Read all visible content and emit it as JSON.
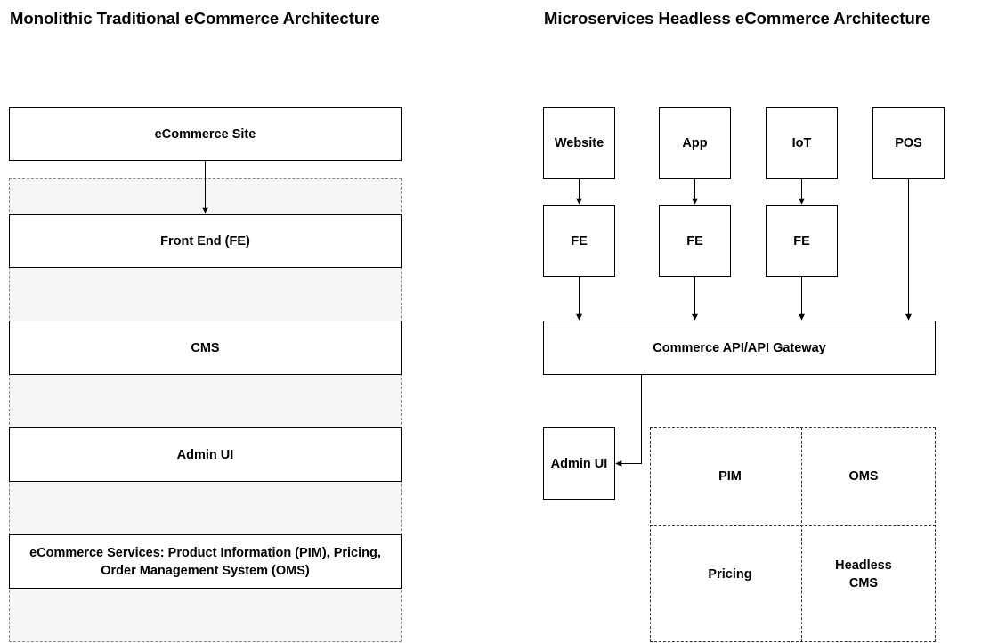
{
  "titles": {
    "left": "Monolithic Traditional eCommerce Architecture",
    "right": "Microservices Headless eCommerce Architecture"
  },
  "monolith": {
    "ecommerce_site": "eCommerce Site",
    "front_end": "Front End (FE)",
    "cms": "CMS",
    "admin_ui": "Admin UI",
    "services_line1": "eCommerce Services: Product Information (PIM), Pricing,",
    "services_line2": "Order Management System (OMS)"
  },
  "microservices": {
    "channels": {
      "website": "Website",
      "app": "App",
      "iot": "IoT",
      "pos": "POS"
    },
    "frontends": {
      "fe_website": "FE",
      "fe_app": "FE",
      "fe_iot": "FE"
    },
    "gateway": "Commerce API/API Gateway",
    "admin_ui": "Admin UI",
    "services": {
      "pim": "PIM",
      "oms": "OMS",
      "pricing": "Pricing",
      "headless_cms_line1": "Headless",
      "headless_cms_line2": "CMS"
    }
  }
}
